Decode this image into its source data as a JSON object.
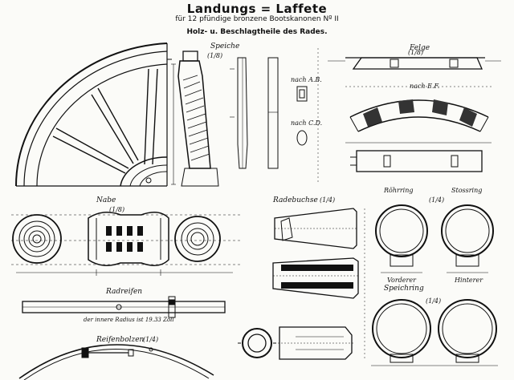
{
  "header": {
    "title": "Landungs = Laffete",
    "subtitle": "für 12 pfündige bronzene Bootskanonen Nº II",
    "parts_heading": "Holz- u. Beschlagtheile des Rades."
  },
  "labels": {
    "speiche": "Speiche",
    "speiche_scale": "(1/8)",
    "nach_ab": "nach A.B.",
    "nach_cd": "nach C.D.",
    "felge": "Felge",
    "felge_scale": "(1/8)",
    "nach_ef": "nach E.F.",
    "nabe": "Nabe",
    "nabe_scale": "(1/8)",
    "radbuchse": "Radebuchse",
    "radbuchse_scale": "(1/4)",
    "rohrring": "Röhrring",
    "rohrring_scale": "(1/4)",
    "stossring": "Stossring",
    "vorderer": "Vorderer",
    "hinterer": "Hinterer",
    "radreifen": "Radreifen",
    "radreifen_note": "der innere Radius ist 19.33 Zoll",
    "speichring": "Speichring",
    "speichring_scale": "(1/4)",
    "reifenbolzen": "Reifenbolzen",
    "reifenbolzen_scale": "(1/4)"
  },
  "colors": {
    "ink": "#111111",
    "paper": "#fbfbf8"
  }
}
